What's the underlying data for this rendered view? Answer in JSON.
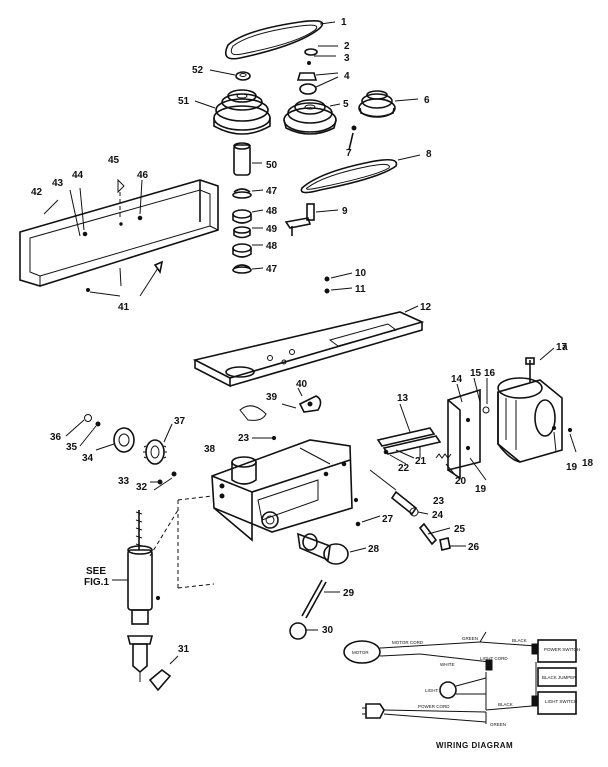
{
  "callouts": [
    "1",
    "2",
    "3",
    "4",
    "52",
    "51",
    "5",
    "6",
    "7",
    "8",
    "45",
    "44",
    "43",
    "46",
    "42",
    "47",
    "48",
    "49",
    "50",
    "9",
    "41",
    "10",
    "11",
    "12",
    "17",
    "15",
    "16",
    "14",
    "13",
    "39",
    "40",
    "36",
    "37",
    "35",
    "34",
    "38",
    "23",
    "22",
    "21",
    "20",
    "19",
    "18",
    "33",
    "32",
    "27",
    "24",
    "25",
    "26",
    "28",
    "29",
    "30",
    "31"
  ],
  "see_fig": "SEE",
  "see_fig_2": "FIG.1",
  "wiring": {
    "title": "WIRING DIAGRAM",
    "motor": "MOTOR",
    "power_switch": "POWER SWITCH",
    "black_jumper": "BLACK JUMPER",
    "light_switch": "LIGHT SWITCH",
    "light": "LIGHT",
    "green": "GREEN",
    "black": "BLACK",
    "white": "WHITE",
    "motor_cord": "MOTOR CORD",
    "light_cord": "LIGHT CORD",
    "power_cord": "POWER CORD"
  }
}
